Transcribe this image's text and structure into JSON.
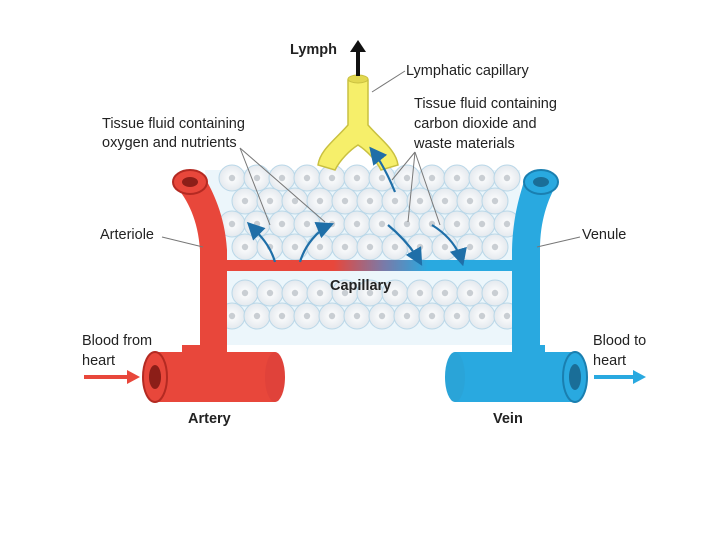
{
  "labels": {
    "lymph": "Lymph",
    "lymphatic_capillary": "Lymphatic capillary",
    "fluid_in_line1": "Tissue fluid containing",
    "fluid_in_line2": "oxygen and nutrients",
    "fluid_out_line1": "Tissue fluid containing",
    "fluid_out_line2": "carbon dioxide and",
    "fluid_out_line3": "waste materials",
    "arteriole": "Arteriole",
    "venule": "Venule",
    "capillary": "Capillary",
    "blood_from_line1": "Blood from",
    "blood_from_line2": "heart",
    "blood_to_line1": "Blood to",
    "blood_to_line2": "heart",
    "artery": "Artery",
    "vein": "Vein"
  },
  "colors": {
    "artery_red": "#e8473b",
    "artery_dark": "#b42a22",
    "vein_blue": "#29a9e0",
    "vein_dark": "#1a7fb0",
    "lymph_yellow": "#f6ef6a",
    "flow_arrow": "#1f6fa8",
    "cell_fill": "#eef2f5",
    "tissue_bg": "#cfe6f3"
  }
}
